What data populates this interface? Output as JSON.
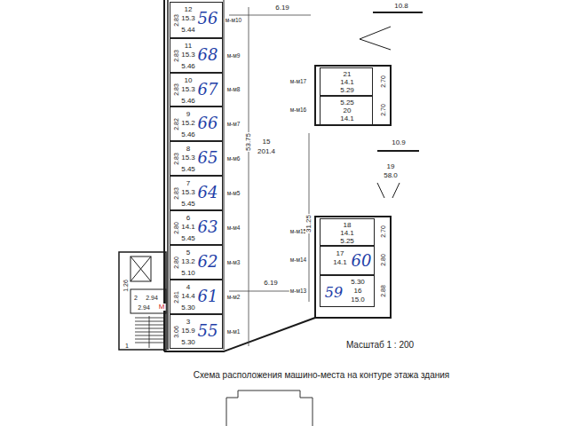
{
  "diagram": {
    "caption": "Схема расположения машино-места на контуре этажа здания",
    "nodes": [
      {
        "text": [
          "12",
          "15.3",
          "5.44",
          "56"
        ]
      },
      {
        "text": [
          "11",
          "15.3",
          "5.46",
          "68"
        ]
      },
      {
        "text": [
          "10",
          "15.3",
          "5.46",
          "67"
        ]
      },
      {
        "text": [
          "9",
          "15.2",
          "5.46",
          "66"
        ]
      },
      {
        "text": [
          "8",
          "15.3",
          "5.45",
          "65"
        ]
      },
      {
        "text": [
          "7",
          "15.3",
          "5.45",
          "64"
        ]
      },
      {
        "text": [
          "6",
          "14.1",
          "5.45",
          "63"
        ]
      },
      {
        "text": [
          "5",
          "13.2",
          "5.10",
          "62"
        ]
      },
      {
        "text": [
          "4",
          "14.4",
          "5.30",
          "61"
        ]
      },
      {
        "text": [
          "3",
          "15.9",
          "5.30",
          "55"
        ]
      },
      {
        "text": [
          "21",
          "14.1",
          "5.29"
        ]
      },
      {
        "text": [
          "5.25",
          "20",
          "14.1"
        ]
      },
      {
        "text": [
          "18",
          "14.1",
          "5.25"
        ]
      },
      {
        "text": [
          "17",
          "14.1",
          "60"
        ]
      },
      {
        "text": [
          "5.30",
          "16",
          "15.0",
          "59"
        ]
      }
    ],
    "labels": [
      "2.83",
      "м-м10",
      "2.83",
      "м-м9",
      "2.83",
      "м-м8",
      "2.82",
      "м-м7",
      "2.83",
      "м-м6",
      "2.83",
      "м-м5",
      "2.80",
      "м-м4",
      "2.80",
      "м-м3",
      "2.81",
      "м-м2",
      "3.06",
      "м-м1",
      "м-м17",
      "2.70",
      "м-м16",
      "2.70",
      "м-м15",
      "2.70",
      "м-м14",
      "2.80",
      "м-м13",
      "2.88",
      "6.19",
      "10.8",
      "53.75",
      "15",
      "201.4",
      "10.9",
      "19",
      "58.0",
      "31.25",
      "6.19",
      "2",
      "2.94",
      "1.26",
      "2.94",
      "М",
      "1",
      "Масштаб 1 : 200"
    ]
  }
}
